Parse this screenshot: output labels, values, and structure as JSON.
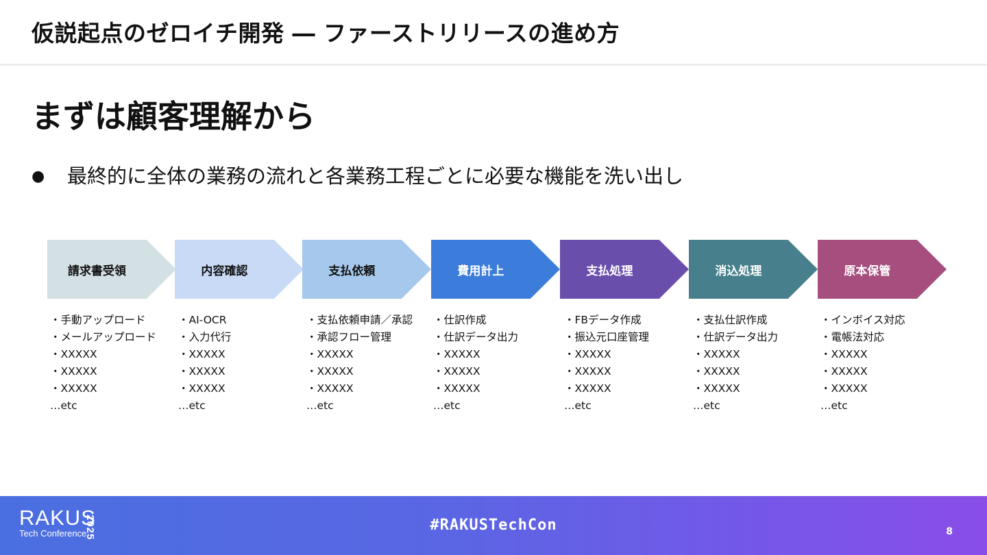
{
  "header": {
    "title": "仮説起点のゼロイチ開発 ― ファーストリリースの進め方"
  },
  "section_title": "まずは顧客理解から",
  "bullet": {
    "symbol": "●",
    "text": "最終的に全体の業務の流れと各業務工程ごとに必要な機能を洗い出し"
  },
  "steps": [
    {
      "label": "請求書受領",
      "color": "#d3e0e4",
      "text_color": "#111111",
      "items": [
        "・手動アップロード",
        "・メールアップロード",
        "・XXXXX",
        "・XXXXX",
        "・XXXXX",
        "…etc"
      ]
    },
    {
      "label": "内容確認",
      "color": "#c8daf6",
      "text_color": "#111111",
      "items": [
        "・AI-OCR",
        "・入力代行",
        "・XXXXX",
        "・XXXXX",
        "・XXXXX",
        "…etc"
      ]
    },
    {
      "label": "支払依頼",
      "color": "#a5c8ec",
      "text_color": "#111111",
      "items": [
        "・支払依頼申請／承認",
        "・承認フロー管理",
        "・XXXXX",
        "・XXXXX",
        "・XXXXX",
        "…etc"
      ]
    },
    {
      "label": "費用計上",
      "color": "#3c7ddb",
      "text_color": "#ffffff",
      "items": [
        "・仕訳作成",
        "・仕訳データ出力",
        "・XXXXX",
        "・XXXXX",
        "・XXXXX",
        "…etc"
      ]
    },
    {
      "label": "支払処理",
      "color": "#6a4eab",
      "text_color": "#ffffff",
      "items": [
        "・FBデータ作成",
        "・振込元口座管理",
        "・XXXXX",
        "・XXXXX",
        "・XXXXX",
        "…etc"
      ]
    },
    {
      "label": "消込処理",
      "color": "#47808c",
      "text_color": "#ffffff",
      "items": [
        "・支払仕訳作成",
        "・仕訳データ出力",
        "・XXXXX",
        "・XXXXX",
        "・XXXXX",
        "…etc"
      ]
    },
    {
      "label": "原本保管",
      "color": "#a64e7e",
      "text_color": "#ffffff",
      "items": [
        "・インボイス対応",
        "・電帳法対応",
        "・XXXXX",
        "・XXXXX",
        "・XXXXX",
        "…etc"
      ]
    }
  ],
  "footer": {
    "logo_main": "RAKUS",
    "logo_sub": "Tech Conference",
    "logo_year": "2025",
    "hashtag": "#RAKUSTechCon",
    "page_number": "8"
  }
}
